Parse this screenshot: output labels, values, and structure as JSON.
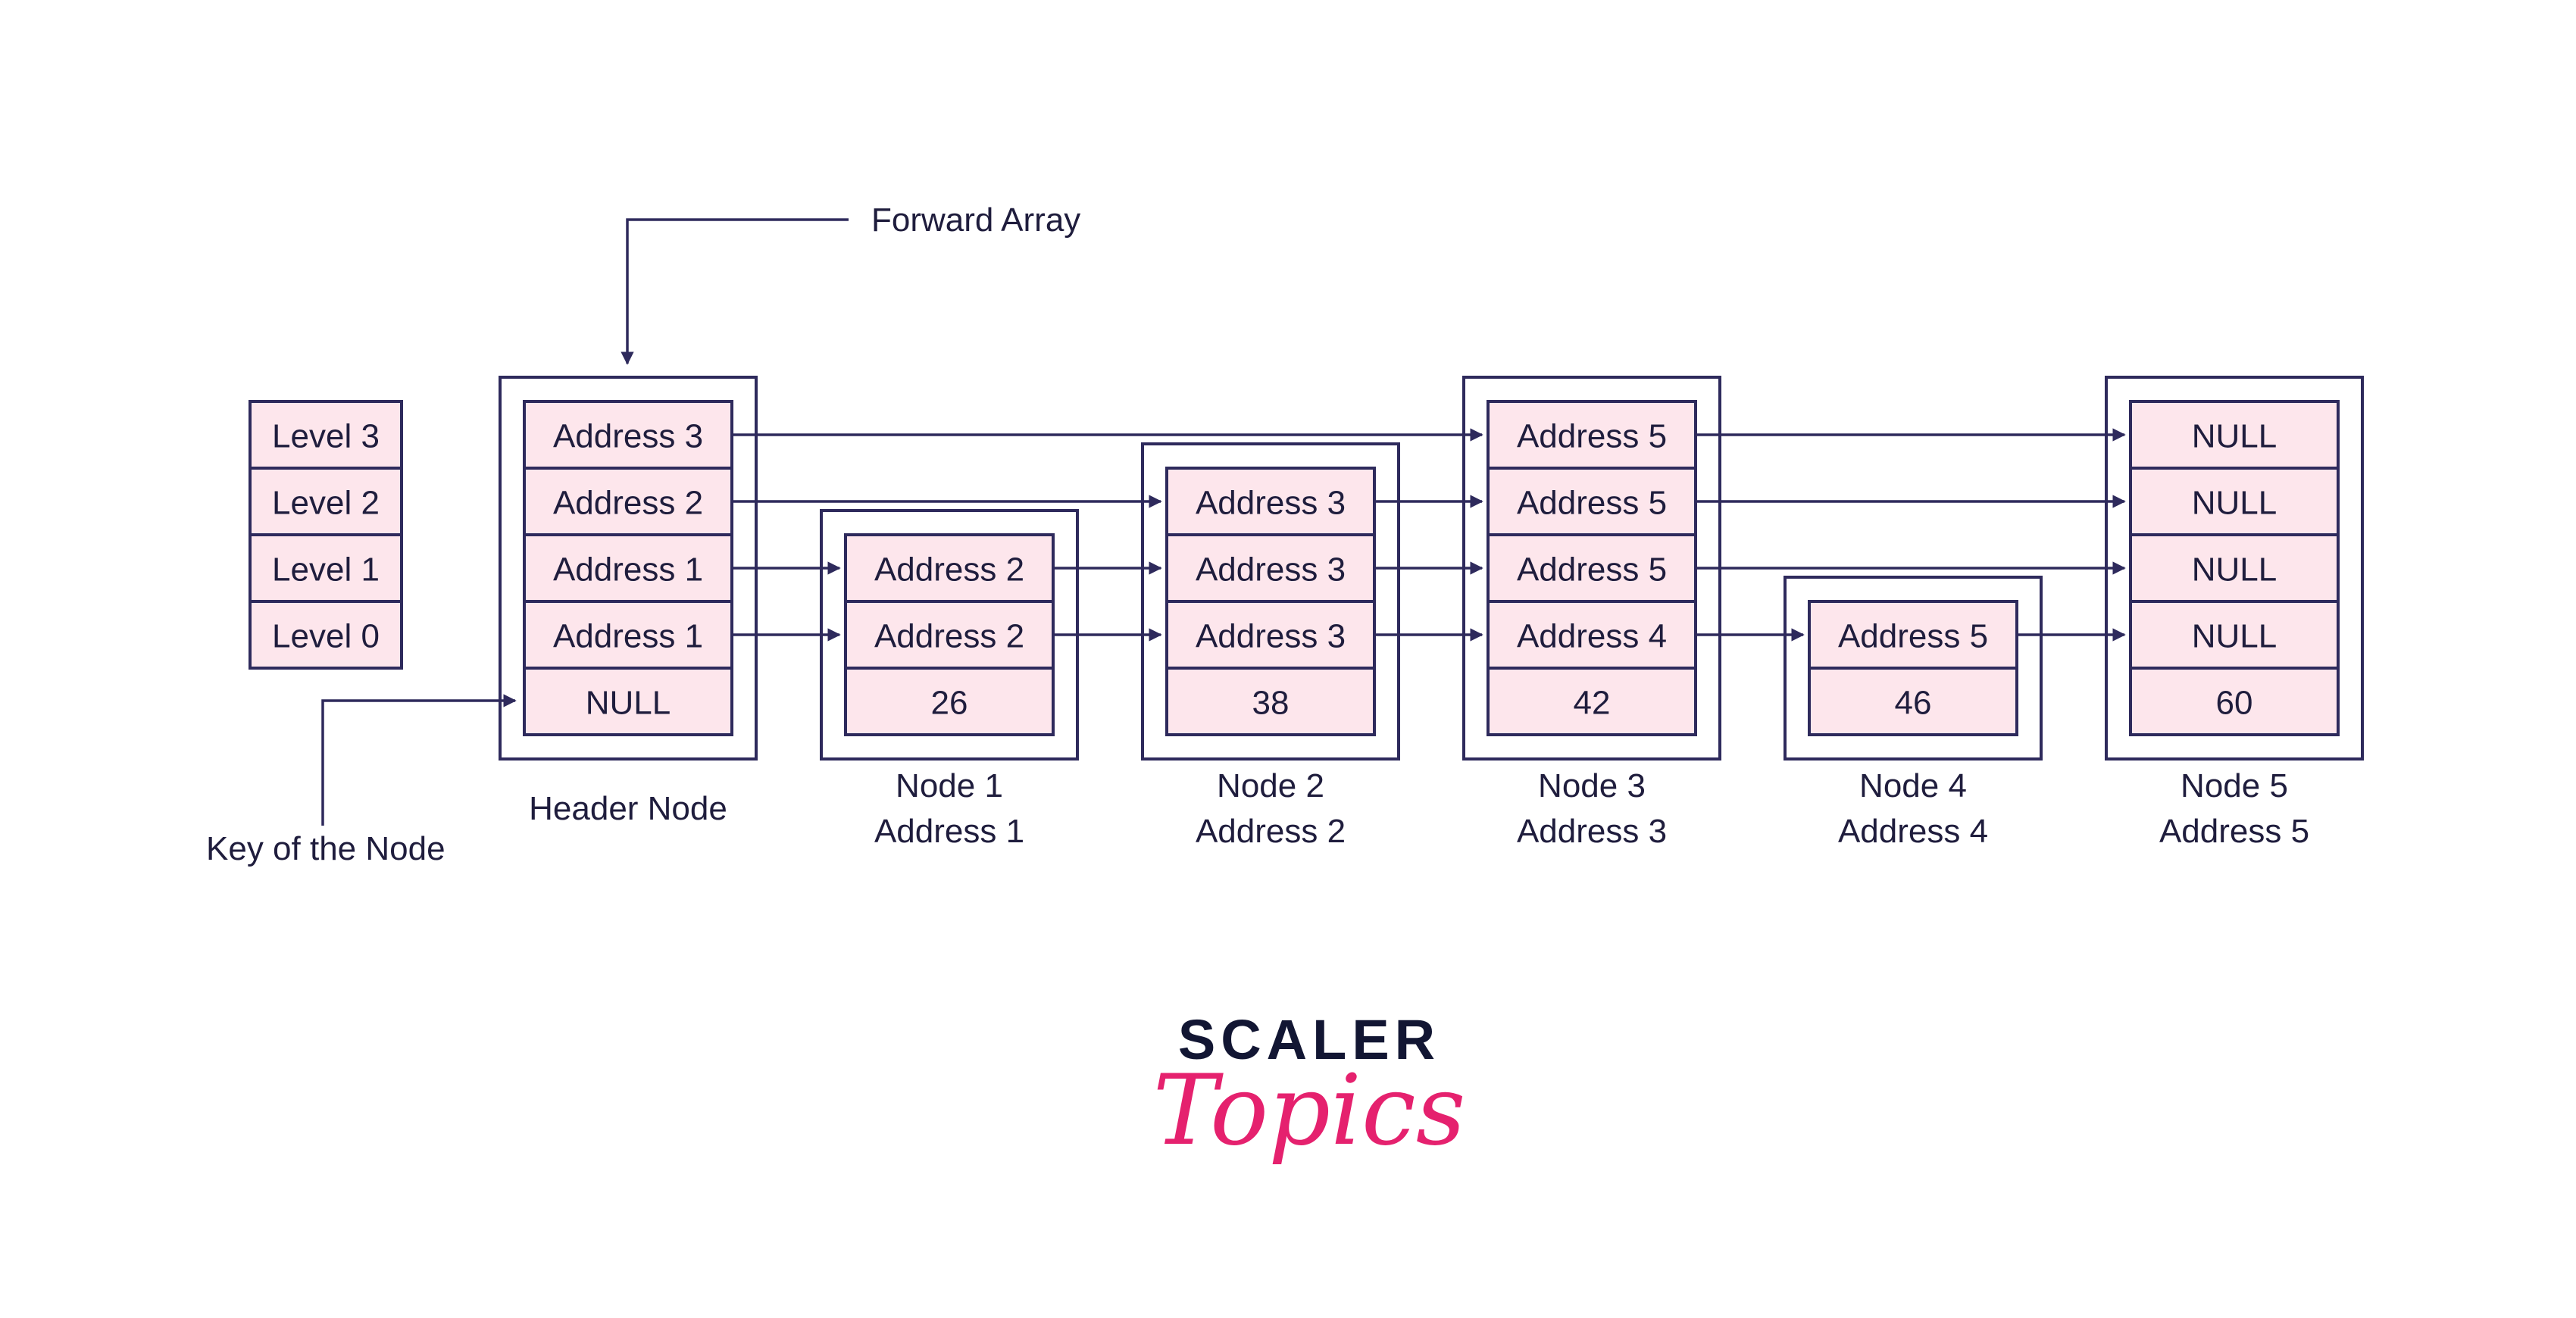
{
  "colors": {
    "cell_fill": "#fde6ec",
    "stroke": "#2e2a5c",
    "text": "#1f1d3d",
    "brand_dark": "#121633",
    "brand_accent": "#e5216e"
  },
  "annotations": {
    "forward_array": "Forward Array",
    "key_of_node": "Key of the Node"
  },
  "levels": [
    "Level 3",
    "Level 2",
    "Level 1",
    "Level 0"
  ],
  "nodes": [
    {
      "id": "header",
      "forward": [
        "Address 3",
        "Address 2",
        "Address 1",
        "Address 1"
      ],
      "key": "NULL",
      "caption": [
        "Header Node"
      ]
    },
    {
      "id": "node-1",
      "forward": [
        "Address 2",
        "Address 2"
      ],
      "key": "26",
      "caption": [
        "Node 1",
        "Address 1"
      ]
    },
    {
      "id": "node-2",
      "forward": [
        "Address 3",
        "Address 3",
        "Address 3"
      ],
      "key": "38",
      "caption": [
        "Node 2",
        "Address 2"
      ]
    },
    {
      "id": "node-3",
      "forward": [
        "Address 5",
        "Address 5",
        "Address 5",
        "Address 4"
      ],
      "key": "42",
      "caption": [
        "Node 3",
        "Address 3"
      ]
    },
    {
      "id": "node-4",
      "forward": [
        "Address 5"
      ],
      "key": "46",
      "caption": [
        "Node 4",
        "Address 4"
      ]
    },
    {
      "id": "node-5",
      "forward": [
        "NULL",
        "NULL",
        "NULL",
        "NULL"
      ],
      "key": "60",
      "caption": [
        "Node 5",
        "Address 5"
      ]
    }
  ],
  "links": [
    {
      "level": 3,
      "from": 0,
      "to": 3
    },
    {
      "level": 2,
      "from": 0,
      "to": 2
    },
    {
      "level": 1,
      "from": 0,
      "to": 1
    },
    {
      "level": 0,
      "from": 0,
      "to": 1
    },
    {
      "level": 1,
      "from": 1,
      "to": 2
    },
    {
      "level": 0,
      "from": 1,
      "to": 2
    },
    {
      "level": 2,
      "from": 2,
      "to": 3
    },
    {
      "level": 1,
      "from": 2,
      "to": 3
    },
    {
      "level": 0,
      "from": 2,
      "to": 3
    },
    {
      "level": 3,
      "from": 3,
      "to": 5
    },
    {
      "level": 2,
      "from": 3,
      "to": 5
    },
    {
      "level": 1,
      "from": 3,
      "to": 5
    },
    {
      "level": 0,
      "from": 3,
      "to": 4
    },
    {
      "level": 0,
      "from": 4,
      "to": 5
    }
  ],
  "brand": {
    "line1": "SCALER",
    "line2": "Topics"
  }
}
